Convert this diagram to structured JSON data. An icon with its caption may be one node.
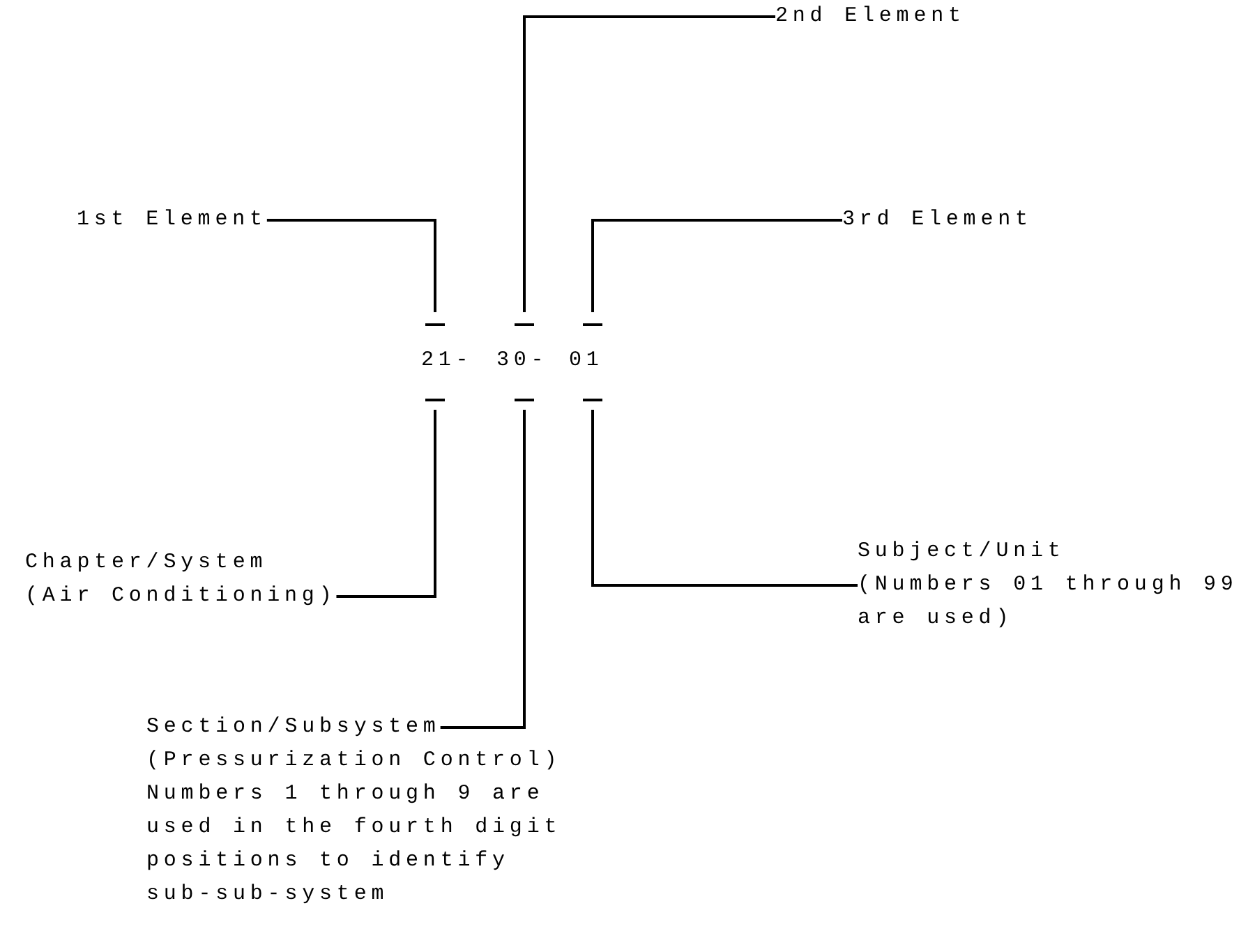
{
  "diagram": {
    "nodes": [
      {
        "text": [
          "2nd Element"
        ]
      },
      {
        "text": [
          "1st Element"
        ]
      },
      {
        "text": [
          "3rd Element"
        ]
      },
      {
        "text": [
          "21-"
        ]
      },
      {
        "text": [
          "30-"
        ]
      },
      {
        "text": [
          "01"
        ]
      },
      {
        "text": [
          "Chapter/System",
          "(Air Conditioning)"
        ]
      },
      {
        "text": [
          "Subject/Unit",
          "(Numbers 01 through 99 are used)"
        ]
      },
      {
        "text": [
          "Section/Subsystem",
          "(Pressurization Control) Numbers 1 through 9 are used in the fourth digit positions to identify sub-sub-system"
        ]
      }
    ],
    "edges": [
      {
        "from": 0,
        "to": 4,
        "arrow": "none"
      },
      {
        "from": 1,
        "to": 3,
        "arrow": "none"
      },
      {
        "from": 2,
        "to": 5,
        "arrow": "none"
      },
      {
        "from": 6,
        "to": 3,
        "arrow": "none"
      },
      {
        "from": 7,
        "to": 5,
        "arrow": "none"
      },
      {
        "from": 8,
        "to": 4,
        "arrow": "none"
      }
    ]
  }
}
